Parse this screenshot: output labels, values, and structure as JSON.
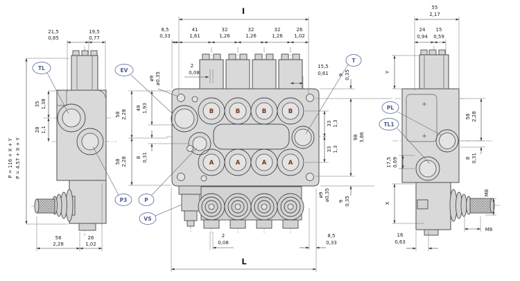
{
  "colors": {
    "body_fill": "#d9d9d9",
    "line": "#4a4a4a",
    "dim_text": "#1c1c1c",
    "balloon": "#4a5a8c",
    "port_letter": "#6e3a1f"
  },
  "left_view": {
    "formula_mm": "P = 116 + X + Y",
    "formula_in": "P = 4.57 + X + Y",
    "balloons": {
      "tl": "TL",
      "p3": "P3"
    },
    "dims": {
      "cap_left_mm": "21,5",
      "cap_left_in": "0,85",
      "cap_right_mm": "19,5",
      "cap_right_in": "0,77",
      "port_top_mm": "35",
      "port_top_in": "1,38",
      "port_mid_mm": "28",
      "port_mid_in": "1,1",
      "bottom_left_mm": "58",
      "bottom_left_in": "2,28",
      "bottom_right_mm": "26",
      "bottom_right_in": "1,02"
    }
  },
  "center_view": {
    "overall_top_label": "I",
    "overall_bottom_label": "L",
    "balloons": {
      "ev": "EV",
      "p": "P",
      "vs": "VS",
      "t": "T"
    },
    "port_letters_top": [
      "B",
      "B",
      "B",
      "B"
    ],
    "port_letters_bottom": [
      "A",
      "A",
      "A",
      "A"
    ],
    "dims": {
      "top_chain": [
        {
          "mm": "8,5",
          "in": "0,33"
        },
        {
          "mm": "41",
          "in": "1,61"
        },
        {
          "mm": "32",
          "in": "1,26"
        },
        {
          "mm": "32",
          "in": "1,26"
        },
        {
          "mm": "32",
          "in": "1,26"
        },
        {
          "mm": "26",
          "in": "1,02"
        }
      ],
      "spool_offset_mm": "2",
      "spool_offset_in": "0,08",
      "end_offset_mm": "15,5",
      "end_offset_in": "0,61",
      "hole_dia_mm": "ø9",
      "hole_dia_in": "ø0,35",
      "left_upper_mm": "58",
      "left_upper_in": "2,28",
      "left_ev_mm": "49",
      "left_ev_in": "1,93",
      "left_p_mm": "8",
      "left_p_in": "0,31",
      "left_lower_mm": "58",
      "left_lower_in": "2,28",
      "right_top_mm": "9",
      "right_top_in": "0,35",
      "right_b_mm": "33",
      "right_b_in": "1,3",
      "right_a_mm": "33",
      "right_a_in": "1,3",
      "right_overall_mm": "98",
      "right_overall_in": "3,86",
      "right_bottom_mm": "9",
      "right_bottom_in": "0,35",
      "hole_dia2_mm": "ø9",
      "hole_dia2_in": "ø0,35",
      "bottom_offset_mm": "2",
      "bottom_offset_in": "0,08",
      "bottom_end_mm": "8,5",
      "bottom_end_in": "0,33"
    }
  },
  "right_view": {
    "balloons": {
      "pl": "PL",
      "tl1": "TL1"
    },
    "dims": {
      "top_overall_mm": "55",
      "top_overall_in": "2,17",
      "top_left_mm": "24",
      "top_left_in": "0,94",
      "top_right_mm": "15",
      "top_right_in": "0,59",
      "y_label": "Y",
      "x_label": "X",
      "right_upper_mm": "58",
      "right_upper_in": "2,28",
      "right_lower_mm": "8",
      "right_lower_in": "0,31",
      "left_port_mm": "17,5",
      "left_port_in": "0,69",
      "bottom_mm": "16",
      "bottom_in": "0,63",
      "thread_dia": "M8",
      "thread_len": "M8"
    }
  }
}
